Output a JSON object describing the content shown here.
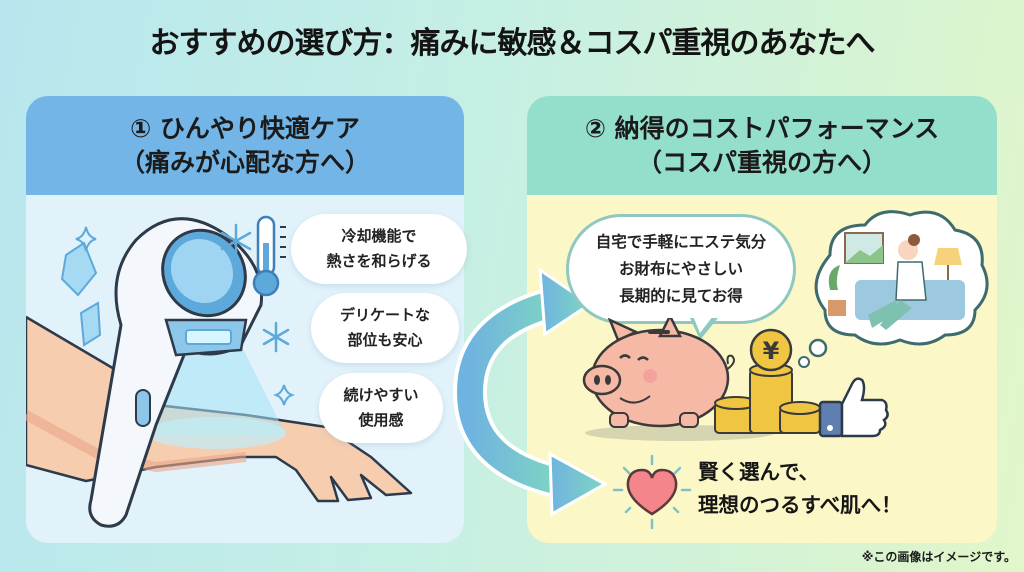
{
  "page": {
    "title": "おすすめの選び方：痛みに敏感＆コスパ重視のあなたへ",
    "footnote": "※この画像はイメージです。"
  },
  "panels": [
    {
      "id": "cooling-care",
      "header_line1": "① ひんやり快適ケア",
      "header_line2": "（痛みが心配な方へ）",
      "header_color": "#72b5e6",
      "body_color": "#e1f2fa",
      "bubbles": [
        {
          "line1": "冷却機能で",
          "line2": "熱さを和らげる"
        },
        {
          "line1": "デリケートな",
          "line2": "部位も安心"
        },
        {
          "line1": "続けやすい",
          "line2": "使用感"
        }
      ],
      "illustration_icons": [
        "hair-removal-device-icon",
        "snowflake-icon",
        "thermometer-icon",
        "ice-crystal-icon",
        "sparkle-icon",
        "arm-icon"
      ]
    },
    {
      "id": "cost-performance",
      "header_line1": "② 納得のコストパフォーマンス",
      "header_line2": "（コスパ重視の方へ）",
      "header_color": "#94dfcc",
      "body_color": "#fbf7c6",
      "speech": {
        "line1": "自宅で手軽にエステ気分",
        "line2": "お財布にやさしい",
        "line3": "長期的に見てお得"
      },
      "coin_symbol": "¥",
      "illustration_icons": [
        "piggy-bank-icon",
        "coin-stack-icon",
        "yen-coin-icon",
        "thumbs-up-icon",
        "thought-cloud-icon",
        "relaxing-woman-icon"
      ]
    }
  ],
  "cta": {
    "line1": "賢く選んで、",
    "line2": "理想のつるすべ肌へ！",
    "icon": "heart-icon"
  },
  "colors": {
    "arrow_start": "#6fb3e0",
    "arrow_end": "#7fd6c2",
    "skin": "#f7cdb0",
    "pig": "#f6b9a6",
    "coin": "#f0c541"
  }
}
